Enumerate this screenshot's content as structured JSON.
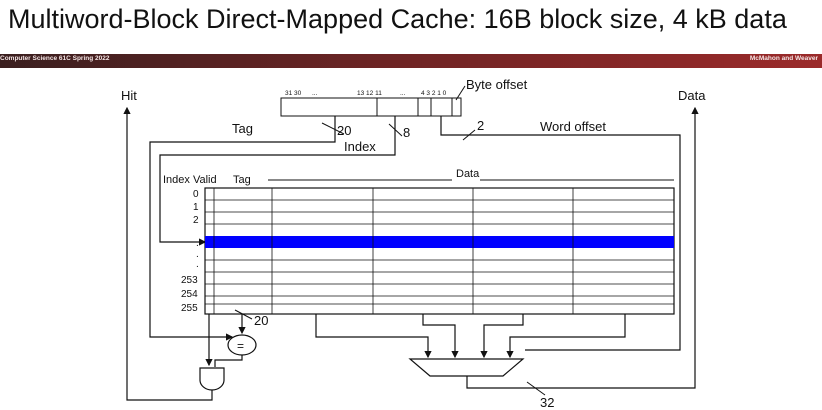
{
  "slide": {
    "title": "Multiword-Block Direct-Mapped Cache: 16B block size, 4 kB data",
    "footer_left": "Computer Science 61C Spring 2022",
    "footer_right": "McMahon and Weaver"
  },
  "address": {
    "bit_labels": [
      "31 30",
      "...",
      "13 12 11",
      "...",
      "4 3 2 1 0"
    ],
    "byte_offset_label": "Byte offset",
    "tag_label": "Tag",
    "tag_width": "20",
    "index_label": "Index",
    "index_width": "8",
    "word_offset_label": "Word offset",
    "word_offset_width": "2"
  },
  "table": {
    "header_index_valid": "Index Valid",
    "header_tag": "Tag",
    "header_data": "Data",
    "row_indices_top": [
      "0",
      "1",
      "2"
    ],
    "row_ellipsis": [
      ".",
      ".",
      "."
    ],
    "row_indices_bottom": [
      "253",
      "254",
      "255"
    ],
    "highlight_color": "#0000ff"
  },
  "logic": {
    "hit_label": "Hit",
    "data_label": "Data",
    "compare_symbol": "=",
    "compare_width": "20",
    "data_out_width": "32"
  }
}
